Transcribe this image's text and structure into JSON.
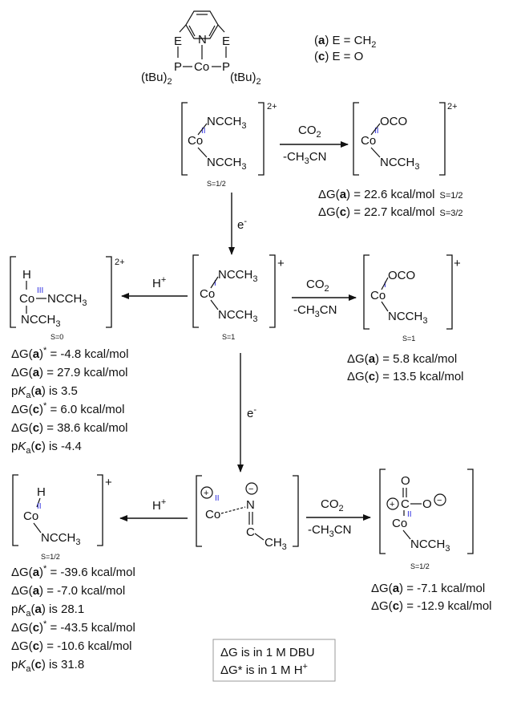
{
  "ligand": {
    "E1": "E",
    "E2": "E",
    "N": "N",
    "P1": "P",
    "P2": "P",
    "Co": "Co",
    "tBu_left": "(tBu)",
    "sub2": "2",
    "tBu_right": "(tBu)",
    "def_a_open": "(",
    "def_a_letter": "a",
    "def_a_rest": ") E = CH",
    "def_a_sub": "2",
    "def_c_open": "(",
    "def_c_letter": "c",
    "def_c_rest": ") E = O"
  },
  "atoms": {
    "Co": "Co",
    "H": "H",
    "N": "N",
    "C": "C",
    "O": "O",
    "oxo": "O",
    "NCCH": "NCCH",
    "sub3": "3",
    "OCO": "OCO",
    "CH": "CH",
    "plus": "+",
    "minus": "−"
  },
  "ox_states": {
    "II": "II",
    "III": "III",
    "I": "I"
  },
  "charges": {
    "2plus": "2+",
    "plus": "+"
  },
  "spins": {
    "s12": "S=1/2",
    "s1": "S=1",
    "s0": "S=0",
    "s32": "S=3/2"
  },
  "reagents": {
    "co2": "CO",
    "co2_sub": "2",
    "ch3cn_pre": "-CH",
    "ch3cn_sub": "3",
    "ch3cn_post": "CN",
    "e": "e",
    "e_sup": "-",
    "h": "H",
    "h_sup": "+"
  },
  "energies": {
    "top": [
      {
        "pre": "ΔG(",
        "bold": "a",
        "post": ") = 22.6 kcal/mol",
        "spin": "S=1/2"
      },
      {
        "pre": "ΔG(",
        "bold": "c",
        "post": ") = 22.7 kcal/mol",
        "spin": "S=3/2"
      }
    ],
    "mid_left": [
      {
        "pre": "ΔG(",
        "bold": "a",
        "post": ")",
        "star": "*",
        "tail": " = -4.8 kcal/mol"
      },
      {
        "pre": "ΔG(",
        "bold": "a",
        "post": ") = 27.9 kcal/mol"
      },
      {
        "pre": "p",
        "k": "K",
        "sub": "a",
        "post": "(",
        "bold": "a",
        "tail": ") is 3.5"
      },
      {
        "pre": "ΔG(",
        "bold": "c",
        "post": ")",
        "star": "*",
        "tail": " = 6.0 kcal/mol"
      },
      {
        "pre": "ΔG(",
        "bold": "c",
        "post": ") = 38.6 kcal/mol"
      },
      {
        "pre": "p",
        "k": "K",
        "sub": "a",
        "post": "(",
        "bold": "c",
        "tail": ") is -4.4"
      }
    ],
    "mid_right": [
      {
        "pre": "ΔG(",
        "bold": "a",
        "post": ") = 5.8 kcal/mol"
      },
      {
        "pre": "ΔG(",
        "bold": "c",
        "post": ") = 13.5 kcal/mol"
      }
    ],
    "bot_left": [
      {
        "pre": "ΔG(",
        "bold": "a",
        "post": ")",
        "star": "*",
        "tail": " = -39.6 kcal/mol"
      },
      {
        "pre": "ΔG(",
        "bold": "a",
        "post": ") = -7.0 kcal/mol"
      },
      {
        "pre": "p",
        "k": "K",
        "sub": "a",
        "post": "(",
        "bold": "a",
        "tail": ") is 28.1"
      },
      {
        "pre": "ΔG(",
        "bold": "c",
        "post": ")",
        "star": "*",
        "tail": " = -43.5 kcal/mol"
      },
      {
        "pre": "ΔG(",
        "bold": "c",
        "post": ") = -10.6 kcal/mol"
      },
      {
        "pre": "p",
        "k": "K",
        "sub": "a",
        "post": "(",
        "bold": "c",
        "tail": ") is 31.8"
      }
    ],
    "bot_right": [
      {
        "pre": "ΔG(",
        "bold": "a",
        "post": ") = -7.1 kcal/mol"
      },
      {
        "pre": "ΔG(",
        "bold": "c",
        "post": ") = -12.9 kcal/mol"
      }
    ]
  },
  "legend": {
    "line1": "ΔG is in 1 M DBU",
    "line2_pre": "ΔG* is in 1 M H",
    "line2_sup": "+"
  }
}
